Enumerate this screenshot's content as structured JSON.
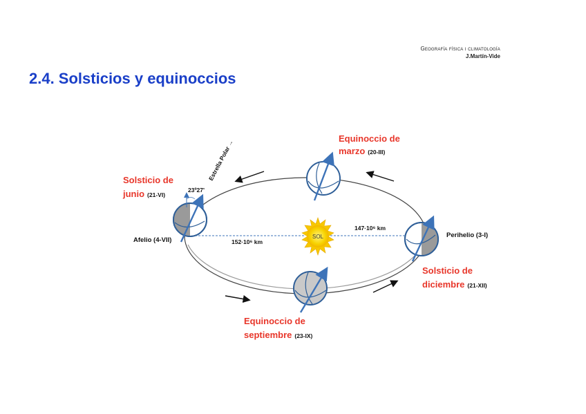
{
  "header": {
    "course": "Geografía física i climatología",
    "author": "J.Martín-Vide"
  },
  "page_title": "2.4. Solsticios y equinoccios",
  "diagram": {
    "sun_label": "SOL",
    "equinox_march": {
      "line1": "Equinoccio de",
      "line2": "marzo",
      "date": "(20-III)"
    },
    "solstice_june": {
      "line1": "Solsticio de",
      "line2": "junio",
      "date": "(21-VI)"
    },
    "equinox_september": {
      "line1": "Equinoccio de",
      "line2": "septiembre",
      "date": "(23-IX)"
    },
    "solstice_december": {
      "line1": "Solsticio de",
      "line2": "diciembre",
      "date": "(21-XII)"
    },
    "aphelion": "Afelio (4-VII)",
    "perihelion": "Perihelio (3-I)",
    "distance_aphelion": "152·10⁶ km",
    "distance_perihelion": "147·10⁶ km",
    "tilt_angle": "23º27'",
    "polar_star": "Estrella Polar →"
  },
  "colors": {
    "title": "#1a3fc8",
    "labels_red": "#e8362a",
    "axis_blue": "#3d73b8",
    "sun": "#f7c800"
  }
}
